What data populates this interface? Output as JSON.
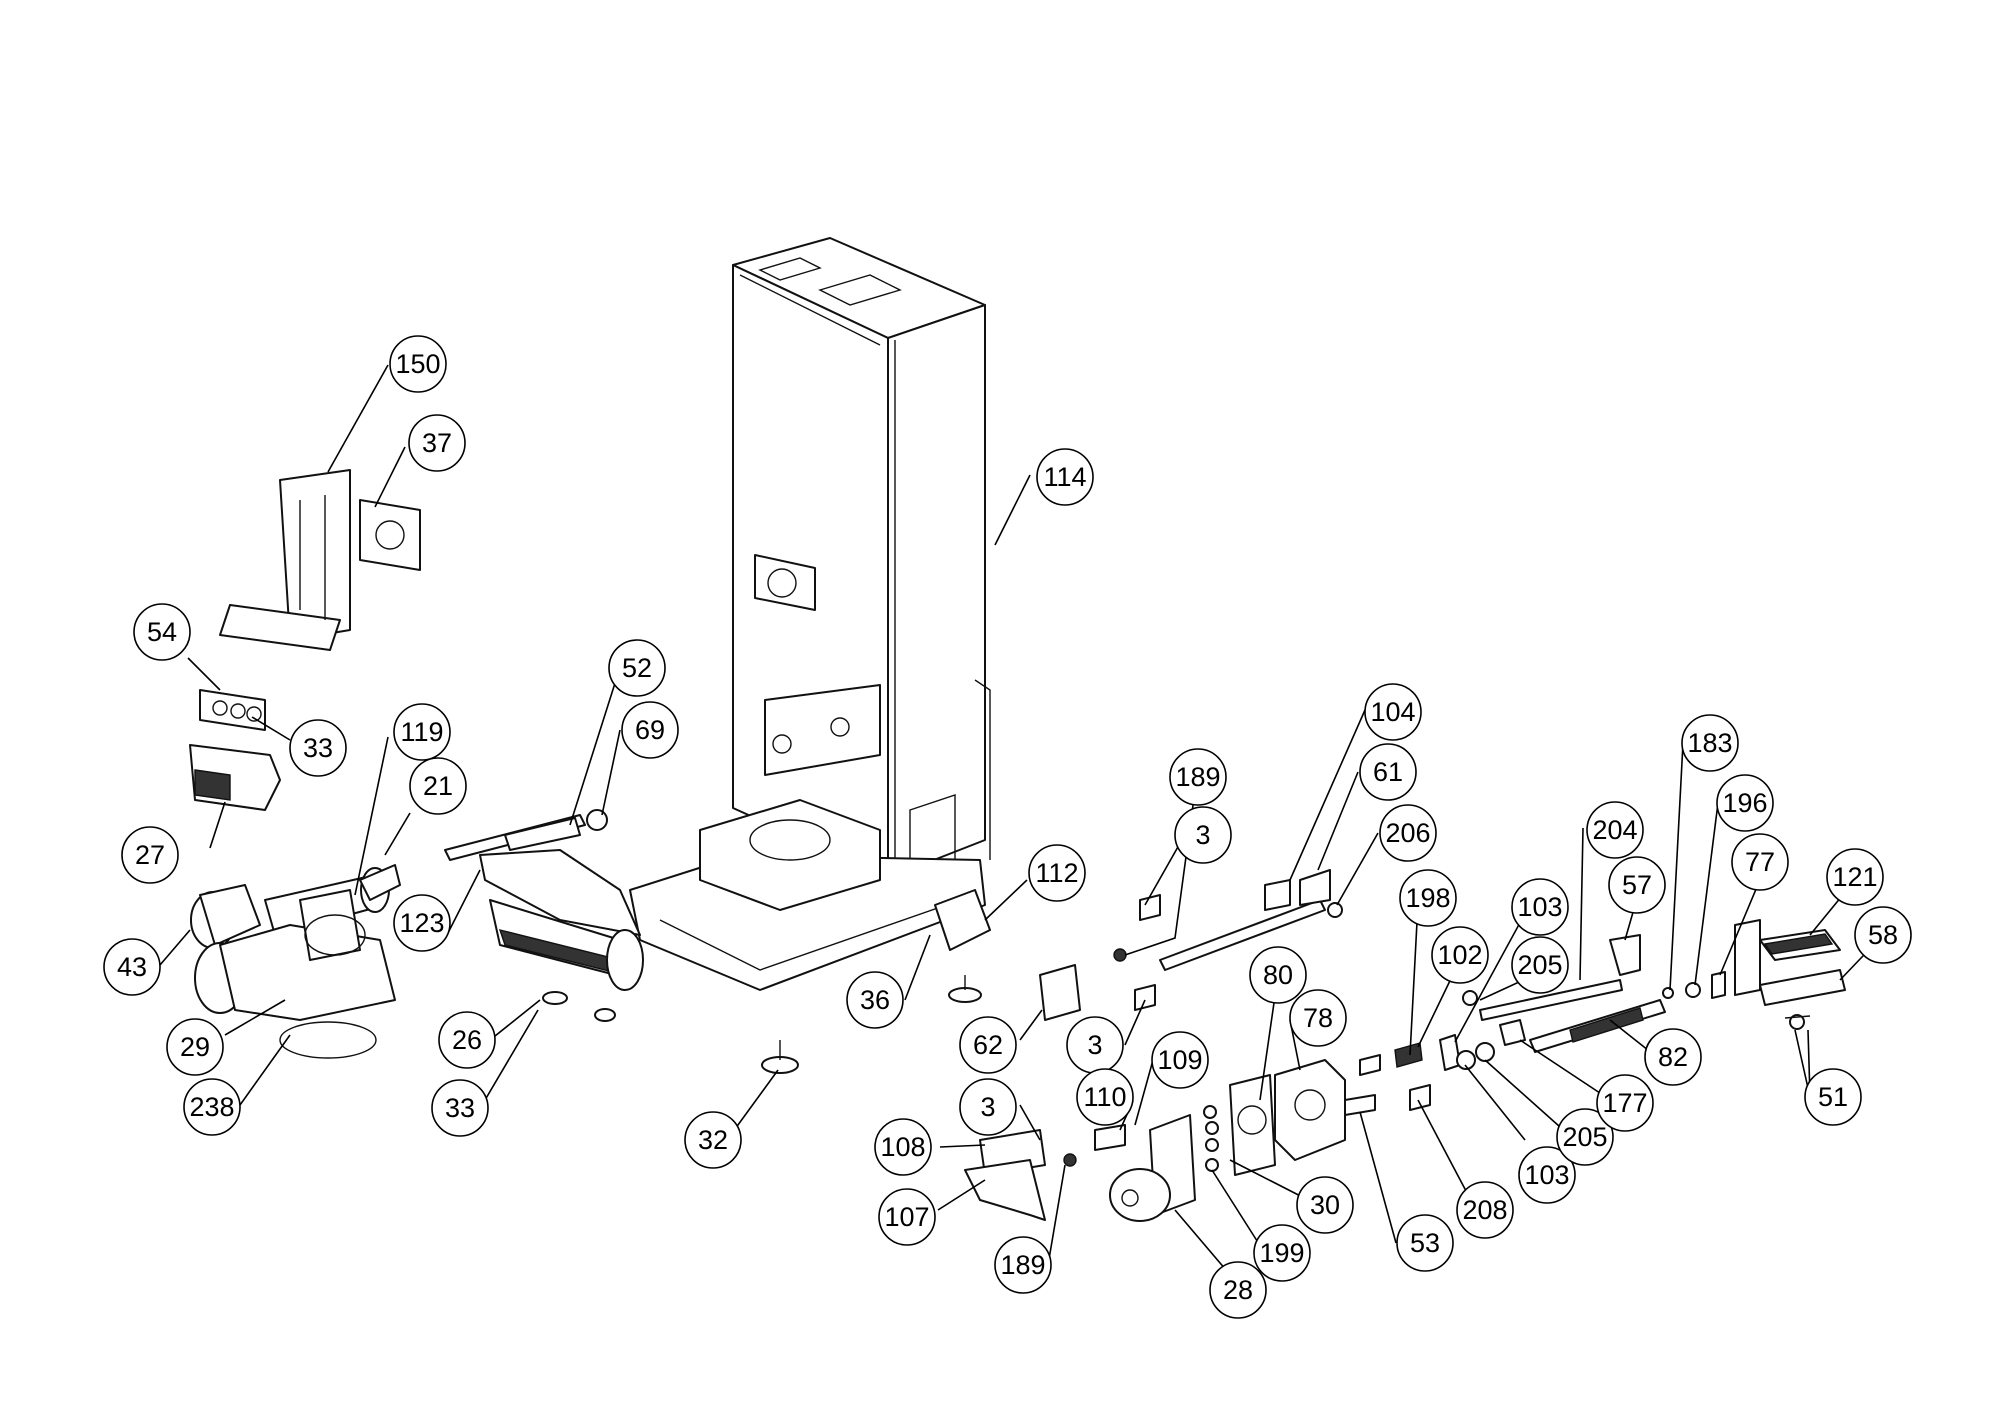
{
  "diagram": {
    "callouts": [
      {
        "id": "150",
        "label": "150"
      },
      {
        "id": "37",
        "label": "37"
      },
      {
        "id": "114",
        "label": "114"
      },
      {
        "id": "54",
        "label": "54"
      },
      {
        "id": "33a",
        "label": "33"
      },
      {
        "id": "119",
        "label": "119"
      },
      {
        "id": "21",
        "label": "21"
      },
      {
        "id": "52",
        "label": "52"
      },
      {
        "id": "69",
        "label": "69"
      },
      {
        "id": "27",
        "label": "27"
      },
      {
        "id": "43",
        "label": "43"
      },
      {
        "id": "123",
        "label": "123"
      },
      {
        "id": "29",
        "label": "29"
      },
      {
        "id": "238",
        "label": "238"
      },
      {
        "id": "26",
        "label": "26"
      },
      {
        "id": "33b",
        "label": "33"
      },
      {
        "id": "32",
        "label": "32"
      },
      {
        "id": "36",
        "label": "36"
      },
      {
        "id": "112",
        "label": "112"
      },
      {
        "id": "189a",
        "label": "189"
      },
      {
        "id": "3a",
        "label": "3"
      },
      {
        "id": "62",
        "label": "62"
      },
      {
        "id": "3b",
        "label": "3"
      },
      {
        "id": "104",
        "label": "104"
      },
      {
        "id": "61",
        "label": "61"
      },
      {
        "id": "206",
        "label": "206"
      },
      {
        "id": "198",
        "label": "198"
      },
      {
        "id": "103a",
        "label": "103"
      },
      {
        "id": "102",
        "label": "102"
      },
      {
        "id": "205a",
        "label": "205"
      },
      {
        "id": "80",
        "label": "80"
      },
      {
        "id": "78",
        "label": "78"
      },
      {
        "id": "109",
        "label": "109"
      },
      {
        "id": "110",
        "label": "110"
      },
      {
        "id": "3c",
        "label": "3"
      },
      {
        "id": "108",
        "label": "108"
      },
      {
        "id": "107",
        "label": "107"
      },
      {
        "id": "189b",
        "label": "189"
      },
      {
        "id": "28",
        "label": "28"
      },
      {
        "id": "199",
        "label": "199"
      },
      {
        "id": "30",
        "label": "30"
      },
      {
        "id": "53",
        "label": "53"
      },
      {
        "id": "208",
        "label": "208"
      },
      {
        "id": "103b",
        "label": "103"
      },
      {
        "id": "205b",
        "label": "205"
      },
      {
        "id": "177",
        "label": "177"
      },
      {
        "id": "82",
        "label": "82"
      },
      {
        "id": "204",
        "label": "204"
      },
      {
        "id": "57",
        "label": "57"
      },
      {
        "id": "183",
        "label": "183"
      },
      {
        "id": "196",
        "label": "196"
      },
      {
        "id": "77",
        "label": "77"
      },
      {
        "id": "121",
        "label": "121"
      },
      {
        "id": "58",
        "label": "58"
      },
      {
        "id": "51",
        "label": "51"
      }
    ]
  }
}
